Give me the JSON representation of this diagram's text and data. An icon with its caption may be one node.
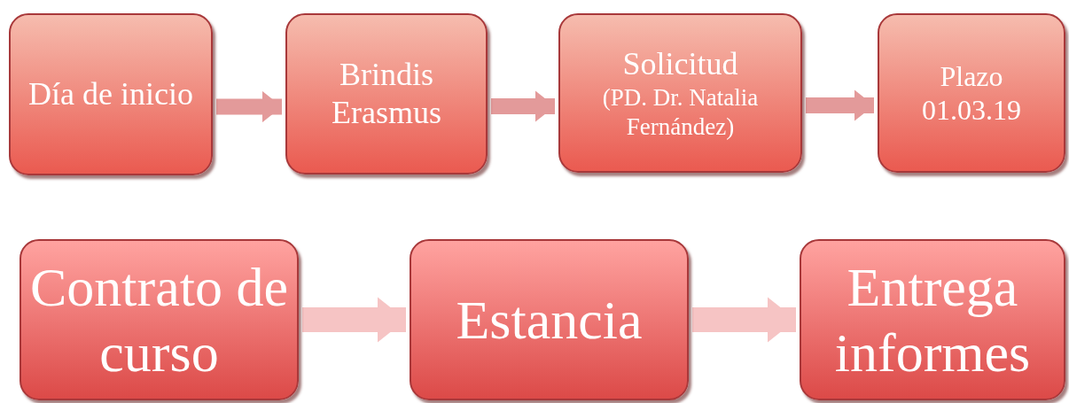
{
  "diagram": {
    "nodes": [
      {
        "text": [
          "Día de inicio"
        ]
      },
      {
        "text": [
          "Brindis Erasmus"
        ]
      },
      {
        "text": [
          "Solicitud",
          "(PD. Dr. Natalia Fernández)"
        ]
      },
      {
        "text": [
          "Plazo 01.03.19"
        ]
      },
      {
        "text": [
          "Contrato de curso"
        ]
      },
      {
        "text": [
          "Estancia"
        ]
      },
      {
        "text": [
          "Entrega informes"
        ]
      }
    ],
    "edges": [
      {
        "from": 0,
        "to": 1,
        "arrow": "to"
      },
      {
        "from": 1,
        "to": 2,
        "arrow": "to"
      },
      {
        "from": 2,
        "to": 3,
        "arrow": "to"
      },
      {
        "from": 4,
        "to": 5,
        "arrow": "to"
      },
      {
        "from": 5,
        "to": 6,
        "arrow": "to"
      }
    ]
  }
}
